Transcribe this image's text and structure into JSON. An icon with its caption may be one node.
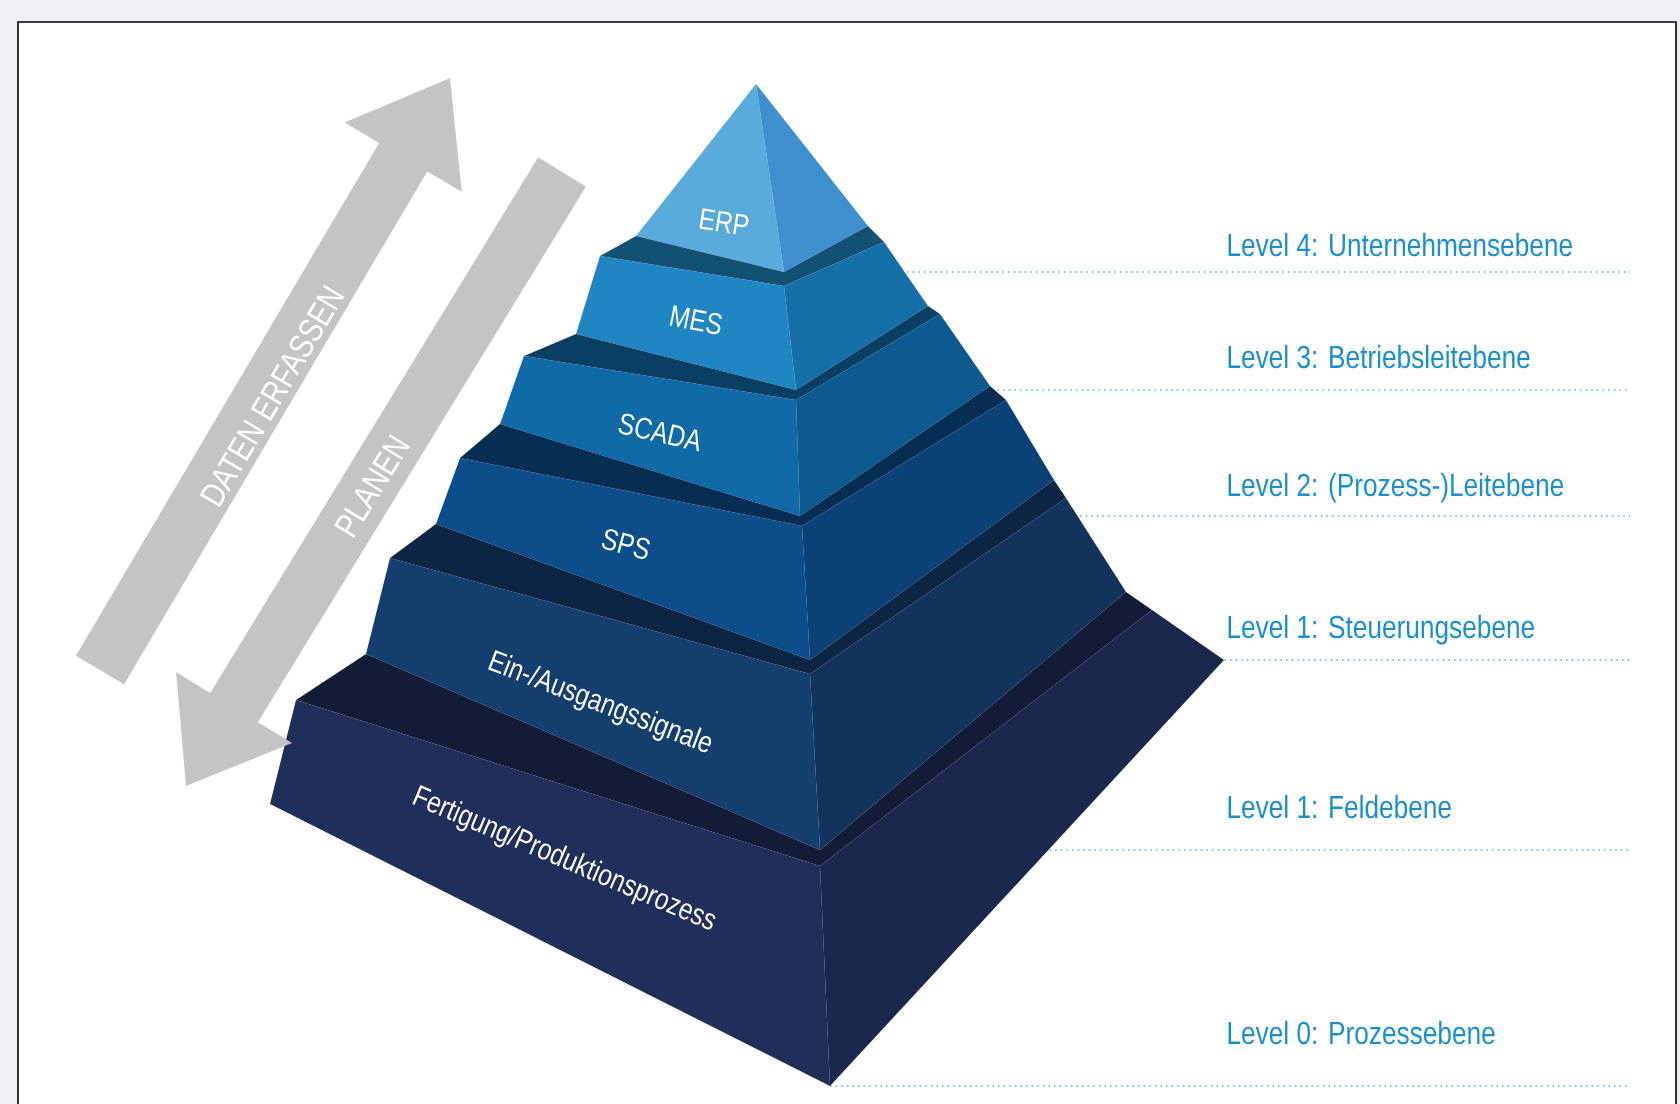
{
  "diagram": {
    "nodes": [
      {
        "text": [
          "ERP"
        ]
      },
      {
        "text": [
          "MES"
        ]
      },
      {
        "text": [
          "SCADA"
        ]
      },
      {
        "text": [
          "SPS"
        ]
      },
      {
        "text": [
          "Ein-/Ausgangssignale"
        ]
      },
      {
        "text": [
          "Fertigung/Produktionsprozess"
        ]
      },
      {
        "text": [
          "DATEN ERFASSEN"
        ]
      },
      {
        "text": [
          "PLANEN"
        ]
      }
    ],
    "labels": [
      "Level 4: Unternehmensebene",
      "Level 3: Betriebsleitebene",
      "Level 2: (Prozess-)Leitebene",
      "Level 1: Steuerungsebene",
      "Level 1: Feldebene",
      "Level 0: Prozessebene"
    ]
  }
}
